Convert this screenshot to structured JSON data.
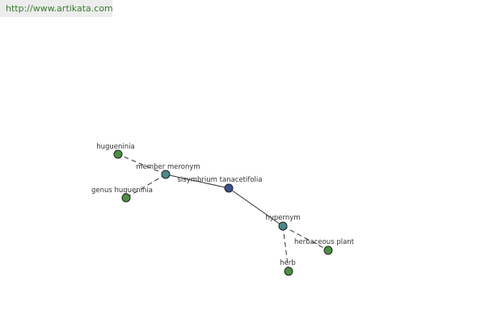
{
  "source_link": {
    "text": "http://www.artikata.com"
  },
  "graph": {
    "center": {
      "label": "sisymbrium tanacetifolia",
      "color": "#3f4f8e"
    },
    "relations": [
      {
        "label": "member meronym",
        "color": "#4a8a8c",
        "targets": [
          {
            "label": "hugueninia",
            "color": "#4e8e45"
          },
          {
            "label": "genus hugueninia",
            "color": "#4e8e45"
          }
        ]
      },
      {
        "label": "hypernym",
        "color": "#4a8a8c",
        "targets": [
          {
            "label": "herbaceous plant",
            "color": "#4e8e45"
          },
          {
            "label": "herb",
            "color": "#4e8e45"
          }
        ]
      }
    ]
  }
}
